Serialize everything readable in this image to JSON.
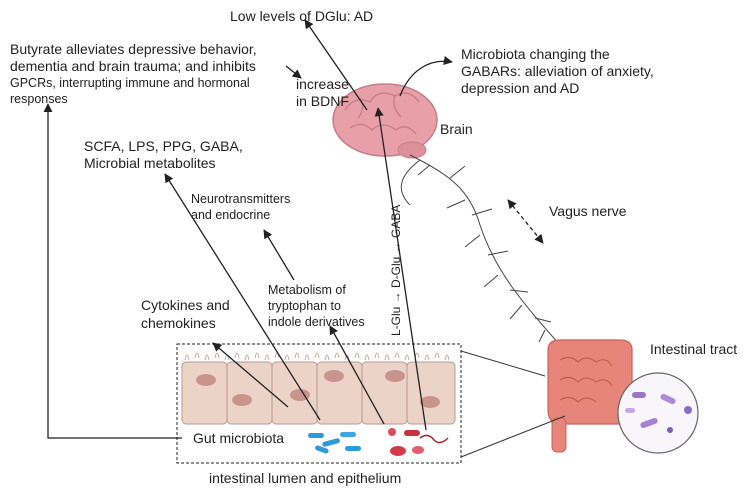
{
  "labels": {
    "low_dglu": "Low levels of DGlu: AD",
    "butyrate": [
      "Butyrate alleviates depressive behavior,",
      "dementia and brain trauma; and inhibits",
      "GPCRs, interrupting immune and hormonal",
      "responses"
    ],
    "increase_bdnf": [
      "increase",
      "in BDNF"
    ],
    "microbiota_gabar": [
      "Microbiota changing the",
      "GABARs: alleviation of anxiety,",
      "depression and AD"
    ],
    "brain": "Brain",
    "scfa": [
      "SCFA, LPS, PPG, GABA,",
      "Microbial metabolites"
    ],
    "neurotransmitters": [
      "Neurotransmitters",
      "and endocrine"
    ],
    "vagus": "Vagus nerve",
    "glu_pathway": "L-Glu → D-Glu → GABA",
    "metabolism": [
      "Metabolism of",
      "tryptophan to",
      "indole derivatives"
    ],
    "cytokines": [
      "Cytokines and",
      "chemokines"
    ],
    "intestinal_tract": "Intestinal tract",
    "gut_microbiota": "Gut microbiota",
    "lumen": "intestinal lumen and epithelium"
  },
  "colors": {
    "brain": "#e8a0a8",
    "intestine": "#e8857a",
    "epithelium": "#ecd3c8",
    "nucleus": "#c9948a",
    "arrow": "#222222"
  }
}
